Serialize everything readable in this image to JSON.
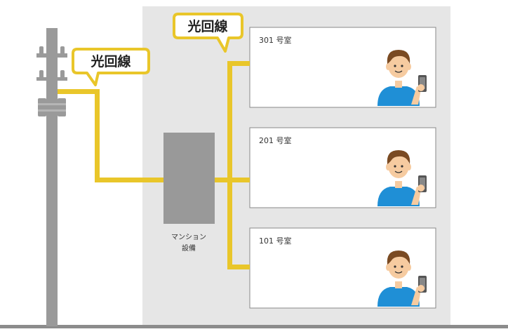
{
  "callouts": {
    "pole_label": "光回線",
    "building_label": "光回線"
  },
  "rooms": [
    {
      "label": "301 号室"
    },
    {
      "label": "201 号室"
    },
    {
      "label": "101 号室"
    }
  ],
  "equipment": {
    "line1": "マンション",
    "line2": "設備"
  },
  "colors": {
    "fiber": "#e9c62a",
    "building": "#e6e6e6",
    "equipment": "#999999",
    "pole": "#9a9a9a",
    "ground": "#8c8c8c",
    "shirt": "#1f8fd6",
    "hair": "#7a4a22",
    "skin": "#f6cba0"
  }
}
